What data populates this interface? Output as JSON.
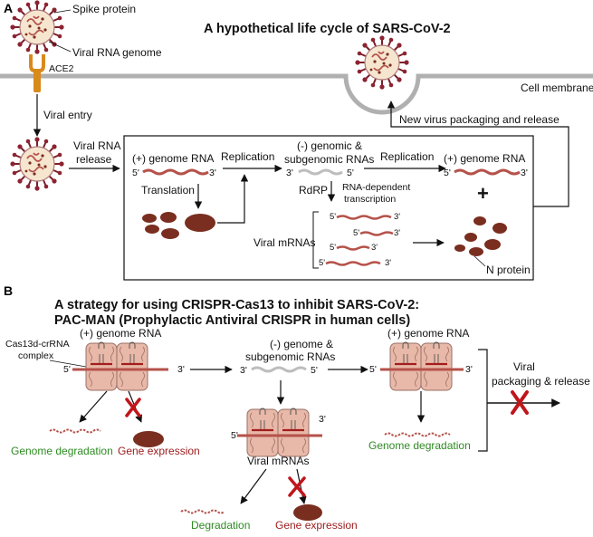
{
  "panel_a": {
    "letter": "A",
    "title": "A hypothetical life cycle of SARS-CoV-2",
    "spike_label": "Spike protein",
    "rna_genome_label": "Viral RNA genome",
    "ace2_label": "ACE2",
    "membrane_label": "Cell membrane",
    "viral_entry": "Viral entry",
    "viral_rna_release": [
      "Viral RNA",
      "release"
    ],
    "packaging_label": "New virus packaging and release",
    "plus_genome": "(+) genome RNA",
    "replication": "Replication",
    "minus_genomic": [
      "(-) genomic &",
      "subgenomic RNAs"
    ],
    "plus_genome_right": "(+) genome RNA",
    "translation": "Translation",
    "rdrp": "RdRP",
    "rna_dependent": [
      "RNA-dependent",
      "transcription"
    ],
    "viral_mrnas": "Viral mRNAs",
    "n_protein": "N protein",
    "five_prime": "5'",
    "three_prime": "3'",
    "plus_sign": "+"
  },
  "panel_b": {
    "letter": "B",
    "title_lines": [
      "A strategy for using CRISPR-Cas13 to inhibit SARS-CoV-2:",
      "PAC-MAN (Prophylactic Antiviral CRISPR in human cells)"
    ],
    "plus_genome": "(+) genome RNA",
    "cas13_complex": [
      "Cas13d-crRNA",
      "complex"
    ],
    "minus_genome": [
      "(-) genome &",
      "subgenomic RNAs"
    ],
    "plus_genome_right": "(+) genome RNA",
    "viral_packaging": [
      "Viral",
      "packaging & release"
    ],
    "genome_degradation": "Genome degradation",
    "gene_expression": "Gene expression",
    "viral_mrnas": "Viral mRNAs",
    "degradation": "Degradation",
    "genome_degradation_right": "Genome degradation",
    "gene_expression_bottom": "Gene expression",
    "five_prime": "5'",
    "three_prime": "3'"
  },
  "colors": {
    "rna_red": "#b5524a",
    "rna_gray": "#bdbdbd",
    "protein_brown": "#7a2e1f",
    "ace2_orange": "#d98a1c",
    "inhibit_red": "#c0161b",
    "green_text": "#2e8b22",
    "red_text": "#9b1b1b",
    "cas_pink": "#e8b8a8"
  }
}
